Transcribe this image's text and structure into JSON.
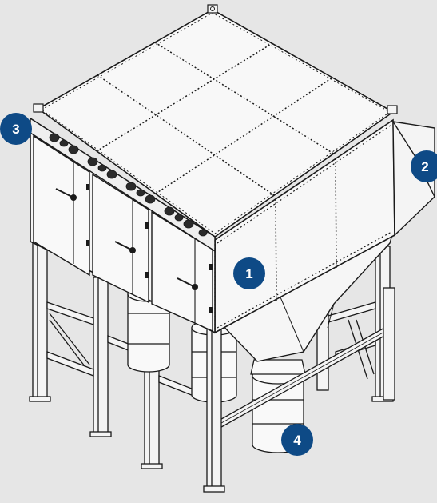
{
  "callouts": [
    {
      "id": "callout-1",
      "label": "1"
    },
    {
      "id": "callout-2",
      "label": "2"
    },
    {
      "id": "callout-3",
      "label": "3"
    },
    {
      "id": "callout-4",
      "label": "4"
    }
  ],
  "colors": {
    "background": "#e6e6e6",
    "callout_fill": "#0e4a86",
    "callout_text": "#ffffff",
    "outline": "#1a1a1a",
    "panel": "#f7f7f7"
  },
  "icons": [
    "dust-collector-illustration"
  ]
}
